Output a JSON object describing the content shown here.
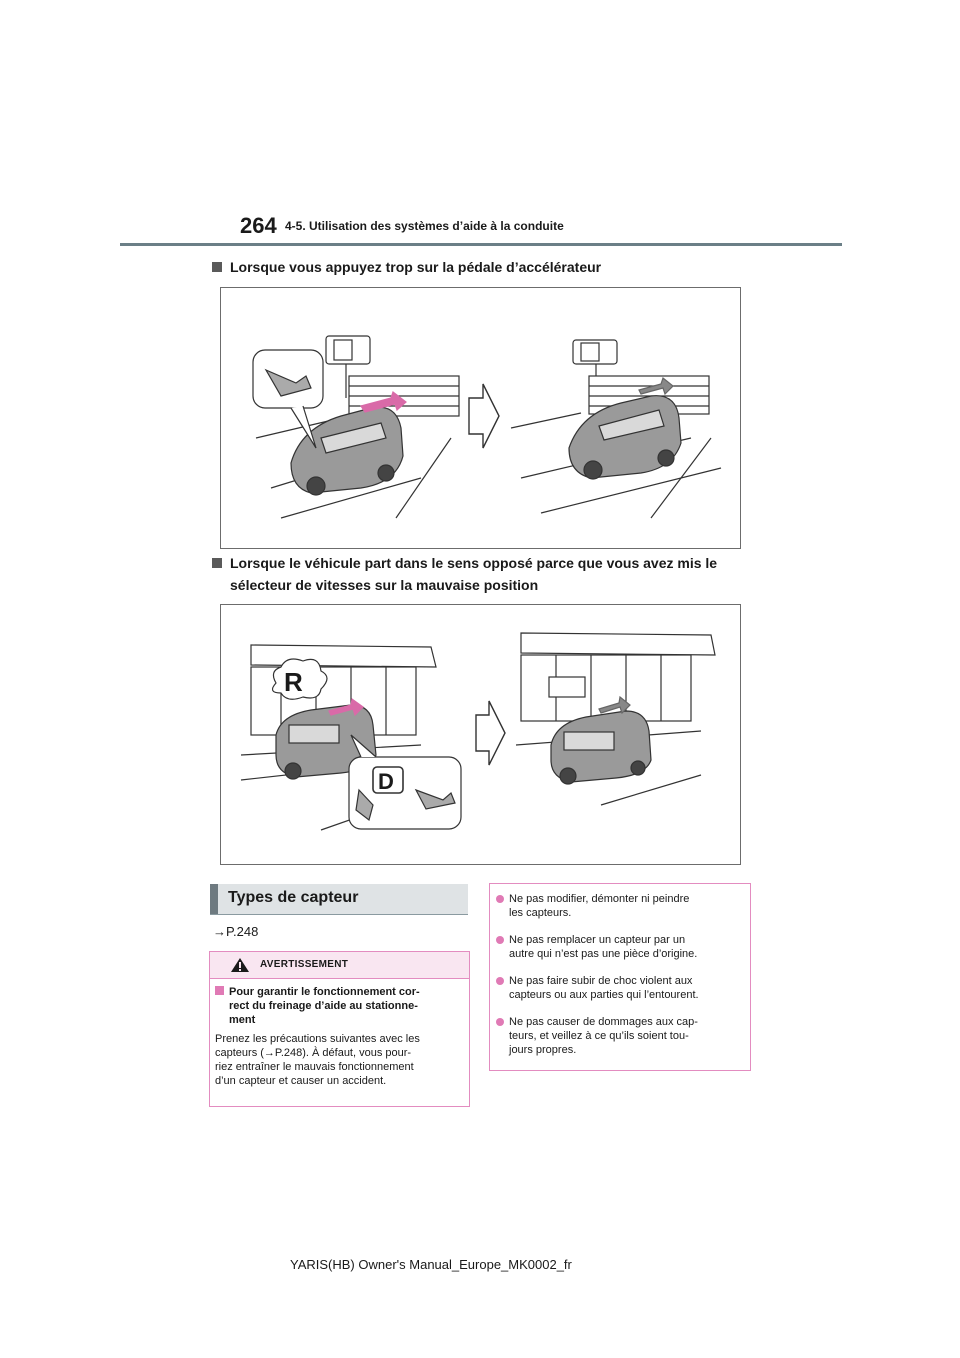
{
  "header": {
    "page_number": "264",
    "section": "4-5. Utilisation des systèmes d’aide à la conduite"
  },
  "section1": {
    "heading": "Lorsque vous appuyez trop sur la pédale d’accélérateur"
  },
  "section2": {
    "heading_line1": "Lorsque le véhicule part dans le sens opposé parce que vous avez mis le",
    "heading_line2": "sélecteur de vitesses sur la mauvaise position",
    "gear_r": "R",
    "gear_d": "D"
  },
  "types": {
    "title": "Types de capteur",
    "ref": "→P.248"
  },
  "warning": {
    "title": "AVERTISSEMENT",
    "subheading_line1": "Pour garantir le fonctionnement cor-",
    "subheading_line2": "rect du freinage d’aide au stationne-",
    "subheading_line3": "ment",
    "body_line1": "Prenez les précautions suivantes avec les",
    "body_line2": "capteurs (→P.248). À défaut, vous pour-",
    "body_line3": "riez entraîner le mauvais fonctionnement",
    "body_line4": "d’un capteur et causer un accident."
  },
  "bullets": [
    {
      "line1": "Ne pas modifier, démonter ni peindre",
      "line2": "les capteurs."
    },
    {
      "line1": "Ne pas remplacer un capteur par un",
      "line2": "autre qui n’est pas une pièce d’origine."
    },
    {
      "line1": "Ne pas faire subir de choc violent aux",
      "line2": "capteurs ou aux parties qui l’entourent."
    },
    {
      "line1": "Ne pas causer de dommages aux cap-",
      "line2": "teurs, et veillez à ce qu’ils soient tou-",
      "line3": "jours propres."
    }
  ],
  "footer": {
    "text": "YARIS(HB) Owner's Manual_Europe_MK0002_fr"
  },
  "colors": {
    "header_rule": "#6b7f87",
    "pink_accent": "#e07ab5",
    "pink_border": "#e38cc0",
    "pink_fill": "#f9e6f1",
    "section_bar": "#6e7a80",
    "section_fill": "#dfe3e5",
    "arrow_highlight": "#d96aa8"
  }
}
